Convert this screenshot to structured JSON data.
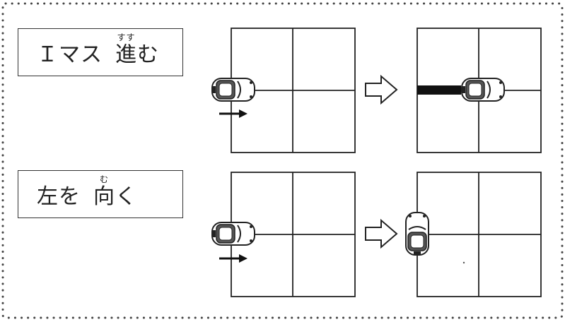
{
  "rows": [
    {
      "id": "forward",
      "label_parts": [
        {
          "text": "Ｉマス",
          "ruby": ""
        },
        {
          "text": "進",
          "ruby": "すす"
        },
        {
          "text": "む",
          "ruby": ""
        }
      ]
    },
    {
      "id": "turn-left",
      "label_parts": [
        {
          "text": "左を",
          "ruby": ""
        },
        {
          "text": "向",
          "ruby": "む"
        },
        {
          "text": "く",
          "ruby": ""
        }
      ]
    }
  ],
  "icons": [
    "car-icon",
    "right-arrow-icon",
    "hollow-arrow-icon",
    "trail-line"
  ],
  "colors": {
    "line": "#222222",
    "car_body": "#ffffff",
    "car_outline": "#222222",
    "window": "#555555",
    "trail": "#111111"
  }
}
